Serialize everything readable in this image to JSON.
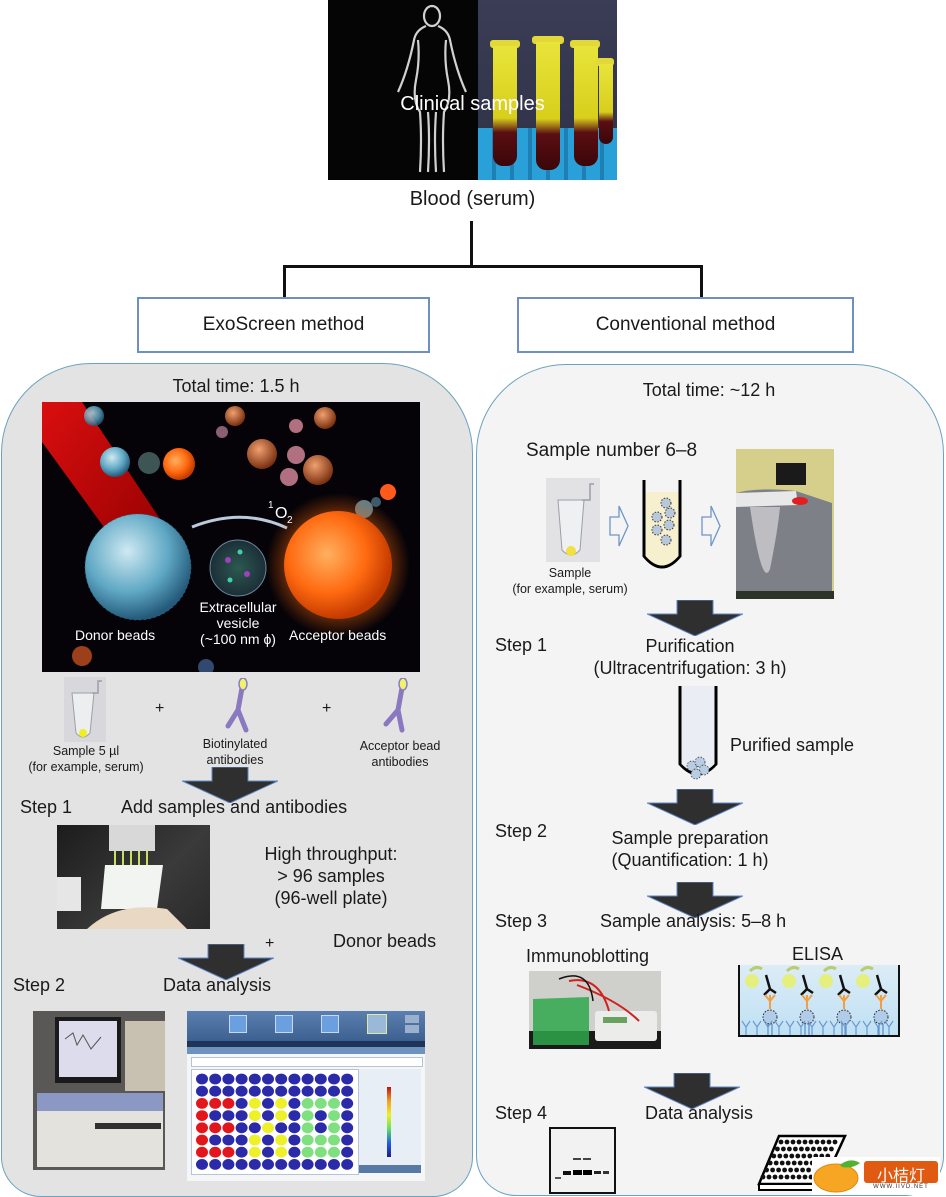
{
  "figure": {
    "top": {
      "photo_label": "Clinical samples",
      "caption": "Blood (serum)"
    },
    "methods": {
      "left_label": "ExoScreen method",
      "right_label": "Conventional method"
    },
    "exoscreen": {
      "total_time": "Total time: 1.5 h",
      "illustration": {
        "singlet_oxygen": "1",
        "singlet_oxygen_main": "O",
        "singlet_oxygen_sub": "2",
        "donor_label": "Donor beads",
        "vesicle_label_1": "Extracellular",
        "vesicle_label_2": "vesicle",
        "vesicle_label_3": "(~100 nm ϕ)",
        "acceptor_label": "Acceptor beads"
      },
      "reagents": {
        "sample_label_1": "Sample 5 µl",
        "sample_label_2": "(for example, serum)",
        "plus_1": "+",
        "biotin_label_1": "Biotinylated",
        "biotin_label_2": "antibodies",
        "plus_2": "+",
        "acceptor_ab_label_1": "Acceptor bead",
        "acceptor_ab_label_2": "antibodies"
      },
      "step1": {
        "label": "Step 1",
        "title": "Add samples and antibodies",
        "throughput_1": "High throughput:",
        "throughput_2": "> 96 samples",
        "throughput_3": "(96-well plate)",
        "plus": "+",
        "donor_beads": "Donor beads"
      },
      "step2": {
        "label": "Step 2",
        "title": "Data analysis"
      },
      "plate_reader_software": {
        "well_colors": [
          [
            "blue",
            "blue",
            "blue",
            "blue",
            "blue",
            "blue",
            "blue",
            "blue",
            "blue",
            "blue",
            "blue",
            "blue"
          ],
          [
            "blue",
            "blue",
            "blue",
            "blue",
            "blue",
            "blue",
            "blue",
            "blue",
            "blue",
            "blue",
            "blue",
            "blue"
          ],
          [
            "red",
            "red",
            "red",
            "blue",
            "yellow",
            "blue",
            "yellow",
            "blue",
            "green",
            "green",
            "green",
            "blue"
          ],
          [
            "red",
            "blue",
            "blue",
            "blue",
            "yellow",
            "blue",
            "yellow",
            "blue",
            "green",
            "blue",
            "green",
            "blue"
          ],
          [
            "red",
            "red",
            "red",
            "blue",
            "blue",
            "yellow",
            "blue",
            "blue",
            "green",
            "blue",
            "green",
            "blue"
          ],
          [
            "red",
            "blue",
            "blue",
            "blue",
            "yellow",
            "blue",
            "yellow",
            "blue",
            "green",
            "green",
            "green",
            "blue"
          ],
          [
            "red",
            "red",
            "red",
            "blue",
            "yellow",
            "blue",
            "yellow",
            "blue",
            "green",
            "green",
            "green",
            "blue"
          ],
          [
            "blue",
            "blue",
            "blue",
            "blue",
            "blue",
            "blue",
            "blue",
            "blue",
            "blue",
            "blue",
            "blue",
            "blue"
          ]
        ],
        "palette": {
          "blue": "#2b2aa8",
          "red": "#e3161c",
          "yellow": "#eef02a",
          "green": "#7fe07f"
        }
      }
    },
    "conventional": {
      "total_time": "Total time: ~12 h",
      "sample_number": "Sample number 6–8",
      "sample_label_1": "Sample",
      "sample_label_2": "(for example, serum)",
      "step1": {
        "label": "Step 1",
        "title_1": "Purification",
        "title_2": "(Ultracentrifugation: 3 h)",
        "purified": "Purified sample"
      },
      "step2": {
        "label": "Step 2",
        "title_1": "Sample preparation",
        "title_2": "(Quantification: 1 h)"
      },
      "step3": {
        "label": "Step 3",
        "title": "Sample analysis: 5–8 h",
        "immunoblotting": "Immunoblotting",
        "elisa": "ELISA"
      },
      "step4": {
        "label": "Step 4",
        "title": "Data analysis"
      }
    },
    "watermark": {
      "text": "小桔灯",
      "url_text": "WWW.IIVD.NET"
    },
    "colors": {
      "box_border": "#6f8fbf",
      "panel_border": "#6aa2c0",
      "left_panel_bg": "#e3e3e3",
      "right_panel_bg": "#f4f4f4",
      "arrow_fill": "#2f2f2f",
      "arrow_edge": "#5d86c4"
    }
  }
}
